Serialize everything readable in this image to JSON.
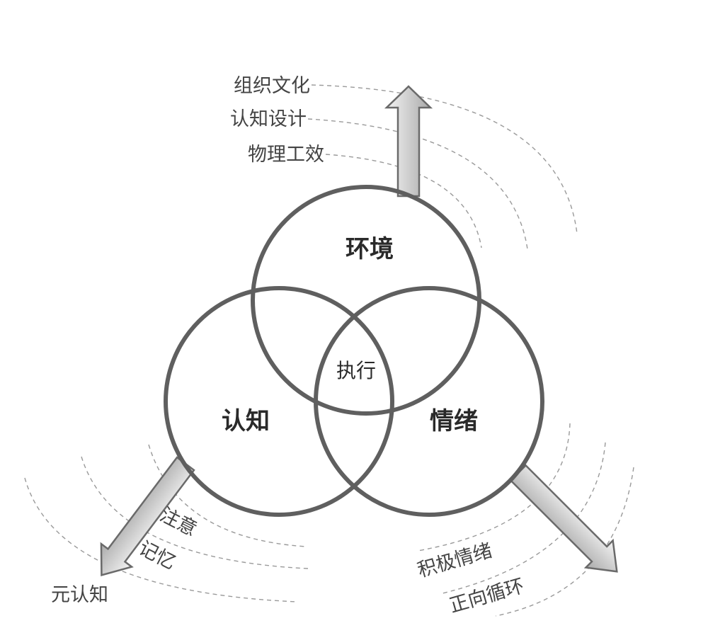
{
  "diagram": {
    "circles": {
      "environment": "环境",
      "cognition": "认知",
      "emotion": "情绪",
      "center": "执行"
    },
    "environment_factors": [
      "组织文化",
      "认知设计",
      "物理工效"
    ],
    "cognition_factors": [
      "注意",
      "记忆",
      "元认知"
    ],
    "emotion_factors": [
      "积极情绪",
      "正向循环"
    ],
    "colors": {
      "circle_stroke": "#5f5f5f",
      "arrow_fill_light": "#f2f2f2",
      "arrow_fill_dark": "#b5b5b5",
      "dashed_arc": "#9a9a9a"
    }
  }
}
